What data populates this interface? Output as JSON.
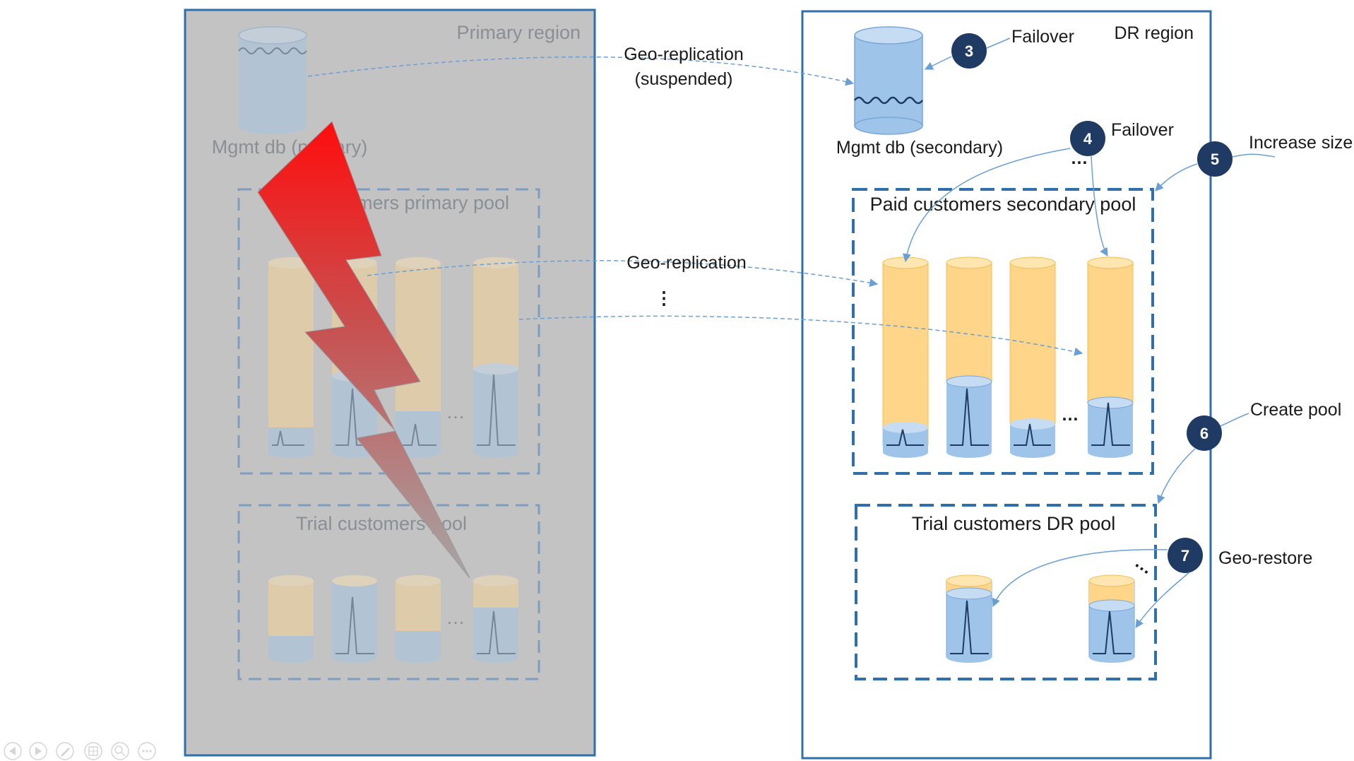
{
  "primary_region": {
    "title": "Primary region",
    "mgmt_db": "Mgmt db (primary)",
    "paid_pool": "Paid customers primary pool",
    "trial_pool": "Trial customers pool"
  },
  "dr_region": {
    "title": "DR region",
    "mgmt_db": "Mgmt db (secondary)",
    "paid_pool": "Paid customers secondary pool",
    "trial_pool": "Trial customers DR pool"
  },
  "links": {
    "geo_replication_suspended_line1": "Geo-replication",
    "geo_replication_suspended_line2": "(suspended)",
    "geo_replication": "Geo-replication",
    "vertical_ellipsis": "⋮"
  },
  "steps": [
    {
      "number": "3",
      "label": "Failover"
    },
    {
      "number": "4",
      "label": "Failover"
    },
    {
      "number": "5",
      "label": "Increase size"
    },
    {
      "number": "6",
      "label": "Create pool"
    },
    {
      "number": "7",
      "label": "Geo-restore"
    }
  ],
  "ellipsis": "…",
  "colors": {
    "region_border": "#2e6fac",
    "primary_fill": "#c3c3c3",
    "step_badge": "#1f3b63",
    "orange_db": "#ffd58a",
    "blue_db": "#9ec4ea",
    "arrow": "#6a9fd6",
    "lightning_top": "#ff1a1a",
    "lightning_bottom": "#9a9a9a"
  }
}
